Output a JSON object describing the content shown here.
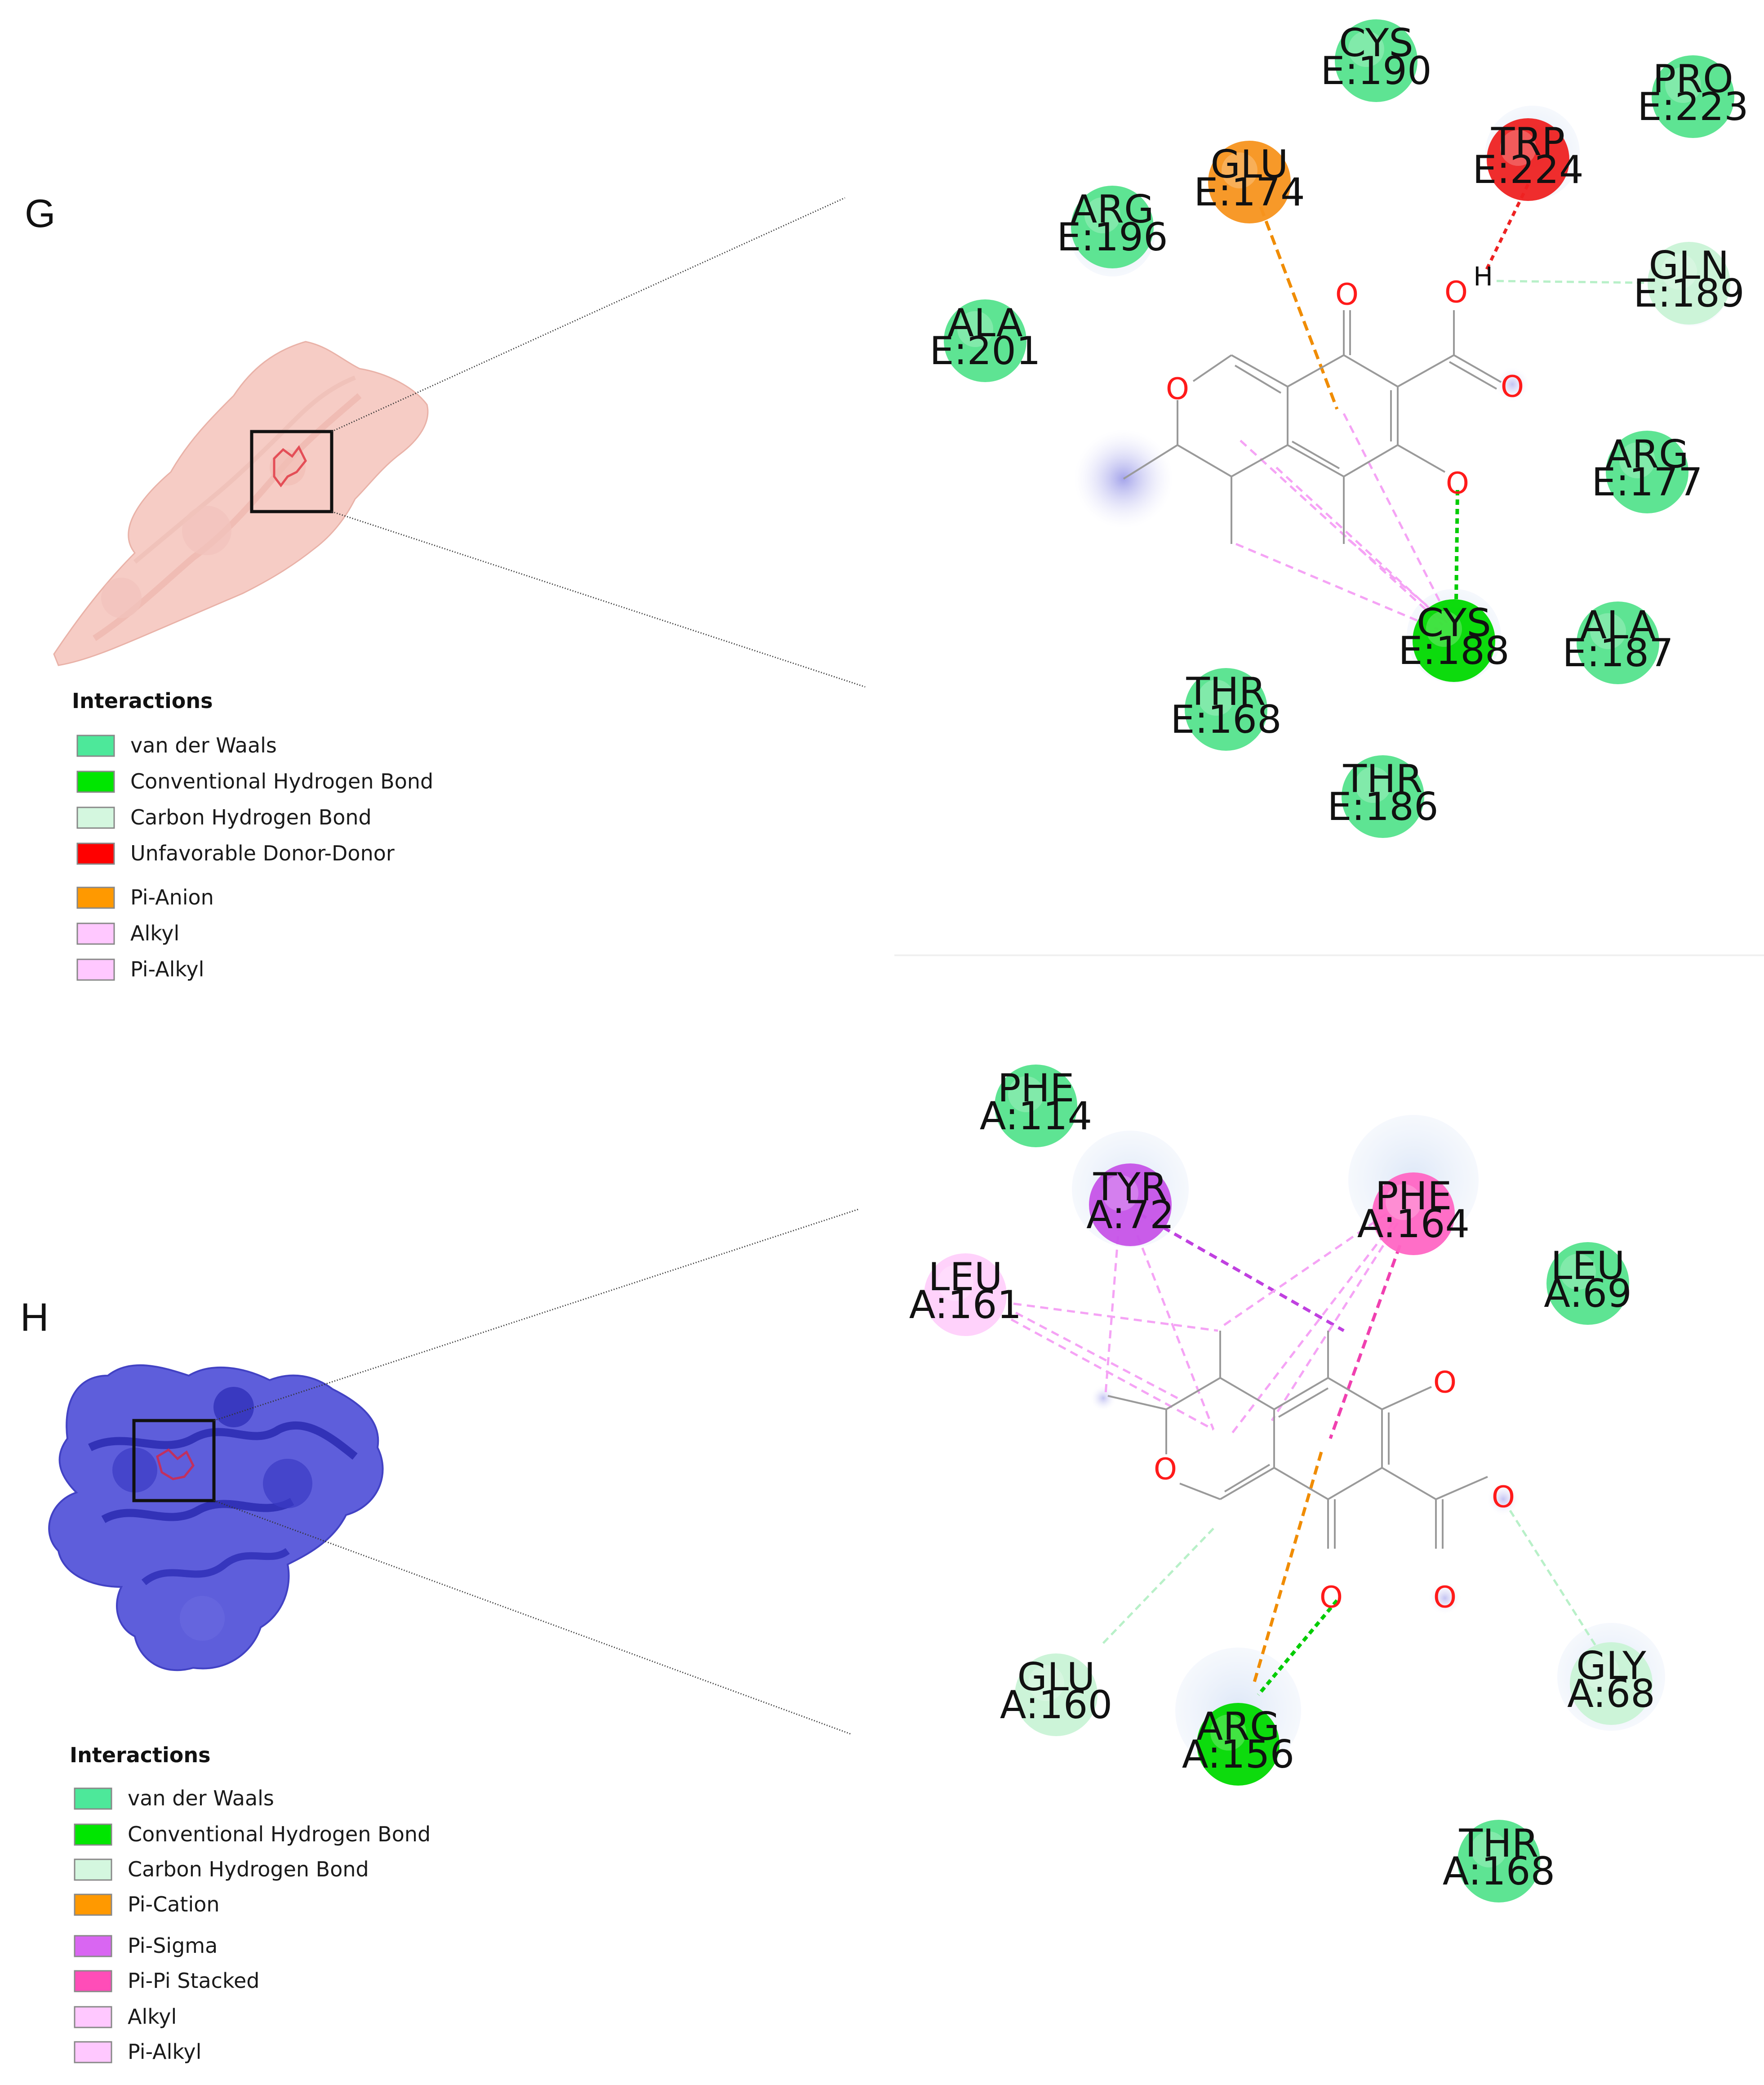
{
  "panels": [
    {
      "label": "G",
      "legend": {
        "title": "Interactions",
        "items": [
          {
            "label": "van der Waals",
            "color": "#4de89a"
          },
          {
            "label": "Conventional Hydrogen Bond",
            "color": "#00e600"
          },
          {
            "label": "Carbon Hydrogen Bond",
            "color": "#d4f7df"
          },
          {
            "label": "Unfavorable Donor-Donor",
            "color": "#ff0000"
          },
          {
            "label": "Pi-Anion",
            "color": "#ff9900"
          },
          {
            "label": "Alkyl",
            "color": "#ffc8ff"
          },
          {
            "label": "Pi-Alkyl",
            "color": "#ffc8ff"
          }
        ]
      },
      "residues": [
        {
          "id": "cys190",
          "name": "CYS",
          "num": "E:190",
          "color": "#55e38d"
        },
        {
          "id": "pro223",
          "name": "PRO",
          "num": "E:223",
          "color": "#55e38d"
        },
        {
          "id": "glu174",
          "name": "GLU",
          "num": "E:174",
          "color": "#f7941d"
        },
        {
          "id": "trp224",
          "name": "TRP",
          "num": "E:224",
          "color": "#ee2222"
        },
        {
          "id": "arg196",
          "name": "ARG",
          "num": "E:196",
          "color": "#55e38d"
        },
        {
          "id": "gln189",
          "name": "GLN",
          "num": "E:189",
          "color": "#c9f3d6"
        },
        {
          "id": "ala201",
          "name": "ALA",
          "num": "E:201",
          "color": "#55e38d"
        },
        {
          "id": "arg177",
          "name": "ARG",
          "num": "E:177",
          "color": "#55e38d"
        },
        {
          "id": "cys188",
          "name": "CYS",
          "num": "E:188",
          "color": "#00d900"
        },
        {
          "id": "ala187",
          "name": "ALA",
          "num": "E:187",
          "color": "#55e38d"
        },
        {
          "id": "thr168",
          "name": "THR",
          "num": "E:168",
          "color": "#55e38d"
        },
        {
          "id": "thr186",
          "name": "THR",
          "num": "E:186",
          "color": "#55e38d"
        }
      ],
      "atoms": {
        "oxygen": "O",
        "hydrogen": "H"
      }
    },
    {
      "label": "H",
      "legend": {
        "title": "Interactions",
        "items": [
          {
            "label": "van der Waals",
            "color": "#4de89a"
          },
          {
            "label": "Conventional Hydrogen Bond",
            "color": "#00e600"
          },
          {
            "label": "Carbon Hydrogen Bond",
            "color": "#d4f7df"
          },
          {
            "label": "Pi-Cation",
            "color": "#ff9900"
          },
          {
            "label": "Pi-Sigma",
            "color": "#d966f2"
          },
          {
            "label": "Pi-Pi Stacked",
            "color": "#ff4db8"
          },
          {
            "label": "Alkyl",
            "color": "#ffc8ff"
          },
          {
            "label": "Pi-Alkyl",
            "color": "#ffc8ff"
          }
        ]
      },
      "residues": [
        {
          "id": "phe114",
          "name": "PHE",
          "num": "A:114",
          "color": "#55e38d"
        },
        {
          "id": "tyr72",
          "name": "TYR",
          "num": "A:72",
          "color": "#c653e8"
        },
        {
          "id": "phe164",
          "name": "PHE",
          "num": "A:164",
          "color": "#ff66c4"
        },
        {
          "id": "leu161",
          "name": "LEU",
          "num": "A:161",
          "color": "#ffd0fb"
        },
        {
          "id": "leu69",
          "name": "LEU",
          "num": "A:69",
          "color": "#55e38d"
        },
        {
          "id": "glu160",
          "name": "GLU",
          "num": "A:160",
          "color": "#c9f3d6"
        },
        {
          "id": "arg156",
          "name": "ARG",
          "num": "A:156",
          "color": "#00d900"
        },
        {
          "id": "gly68",
          "name": "GLY",
          "num": "A:68",
          "color": "#c9f3d6"
        },
        {
          "id": "thr168",
          "name": "THR",
          "num": "A:168",
          "color": "#55e38d"
        }
      ],
      "atoms": {
        "oxygen": "O"
      }
    }
  ],
  "colors": {
    "protein_g": "#f3b6ad",
    "protein_h": "#3d3dd6",
    "ligand": "#e0303a",
    "bond": "#9a9a9a",
    "oxygen": "#ff1a1a",
    "hbond_green": "#00cc00",
    "alkyl_pink": "#f5a3f5",
    "pi_anion_orange": "#f08c00",
    "unfavorable_red": "#ee2222",
    "carbon_hbond": "#b8f0c8",
    "pi_sigma": "#c040e0",
    "pi_pi": "#f040b0"
  }
}
